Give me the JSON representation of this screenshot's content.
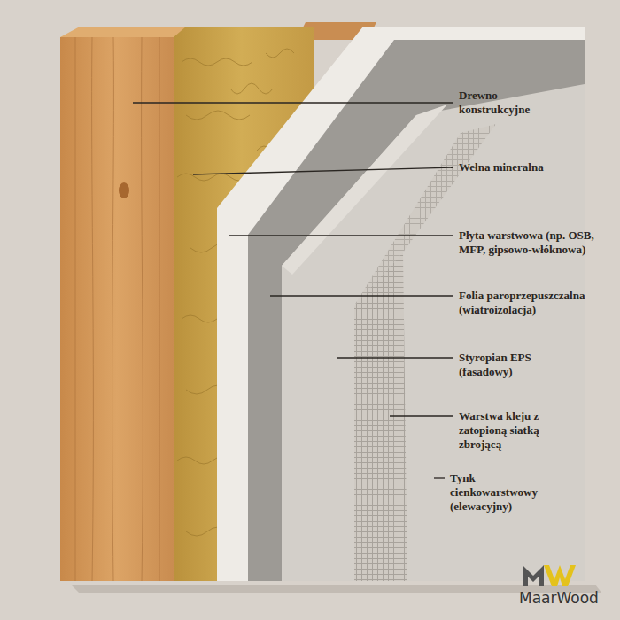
{
  "diagram": {
    "labels": [
      "Drewno konstrukcyjne",
      "Wełna mineralna",
      "Płyta warstwowa (np. OSB, MFP, gipsowo-włóknowa)",
      "Folia paroprzepuszczalna (wiatroizolacja)",
      "Styropian EPS (fasadowy)",
      "Warstwa kleju z zatopioną siatką zbrojącą",
      "Tynk cienkowarstwowy (elewacyjny)",
      "MaarWood"
    ]
  }
}
